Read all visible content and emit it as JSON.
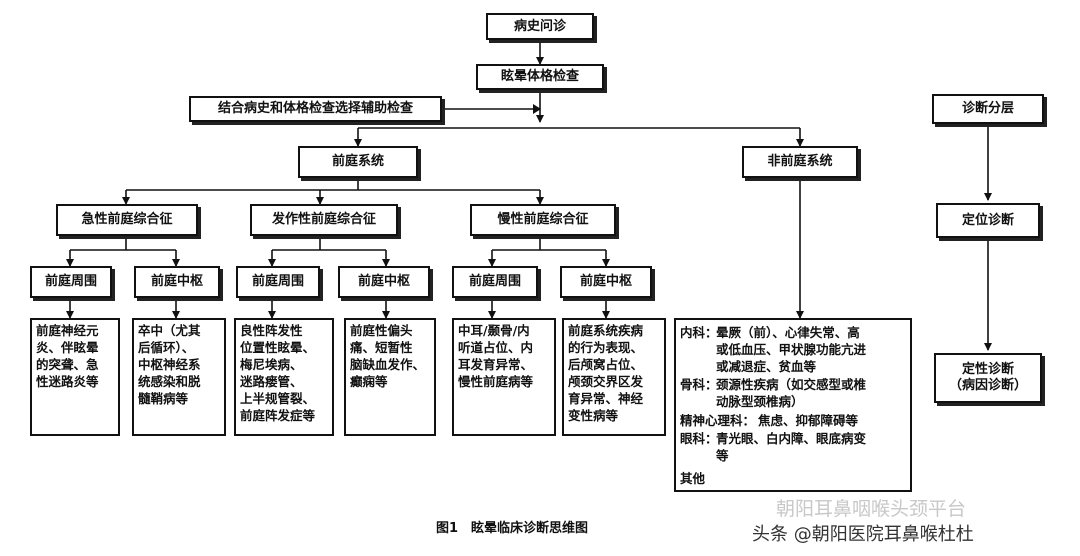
{
  "flow": {
    "history": "病史问诊",
    "exam": "眩晕体格检查",
    "aux": "结合病史和体格检查选择辅助检查",
    "vestibular": "前庭系统",
    "nonvestibular": "非前庭系统",
    "acute": "急性前庭综合征",
    "episodic": "发作性前庭综合征",
    "chronic": "慢性前庭综合征",
    "peripheral": "前庭周围",
    "central": "前庭中枢",
    "acute_peripheral_text": "前庭神经元\n炎、伴眩晕\n的突聋、急\n性迷路炎等",
    "acute_central_text": "卒中（尤其\n后循环）、\n中枢神经系\n统感染和脱\n髓鞘病等",
    "episodic_peripheral_text": "良性阵发性\n位置性眩晕、\n梅尼埃病、\n迷路瘘管、\n上半规管裂、\n前庭阵发症等",
    "episodic_central_text": "前庭性偏头\n痛、短暂性\n脑缺血发作、\n癫痫等",
    "chronic_peripheral_text": "中耳/颞骨/内\n听道占位、内\n耳发育异常、\n慢性前庭病等",
    "chronic_central_text": "前庭系统疾病\n的行为表现、\n后颅窝占位、\n颅颈交界区发\n育异常、神经\n变性病等",
    "nonvest": {
      "internal_label": "内科：",
      "internal_text": "晕厥（前）、心律失常、高\n或低血压、甲状腺功能亢进\n或减退症、贫血等",
      "ortho_label": "骨科：",
      "ortho_text": "颈源性疾病（如交感型或椎\n动脉型颈椎病）",
      "psych_label": "精神心理科：",
      "psych_text": "焦虑、抑郁障碍等",
      "eye_label": "眼科：",
      "eye_text": "青光眼、白内障、眼底病变\n等",
      "other": "其他"
    }
  },
  "layers": {
    "title": "诊断分层",
    "locate": "定位诊断",
    "qualitative": "定性诊断\n（病因诊断）"
  },
  "caption": "图1　眩晕临床诊断思维图",
  "watermark1": "朝阳耳鼻咽喉头颈平台",
  "watermark2": "头条 @朝阳医院耳鼻喉杜杜"
}
